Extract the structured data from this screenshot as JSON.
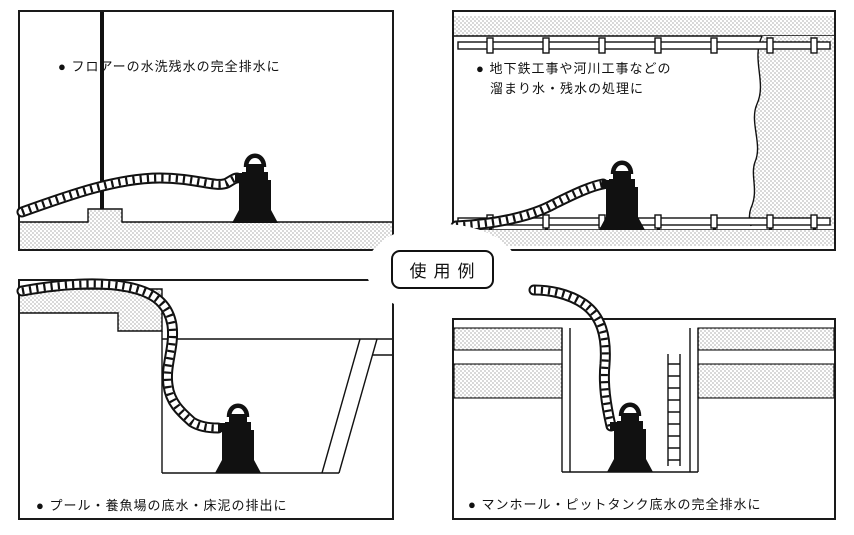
{
  "figure_title": "使用例",
  "center_badge": {
    "label": "使用例"
  },
  "panels": {
    "top_left": {
      "caption": "● フロアーの水洗残水の完全排水に"
    },
    "top_right": {
      "caption_line1": "● 地下鉄工事や河川工事などの",
      "caption_line2": "溜まり水・残水の処理に"
    },
    "bottom_left": {
      "caption": "● プール・養魚場の底水・床泥の排出に"
    },
    "bottom_right": {
      "caption": "● マンホール・ピットタンク底水の完全排水に"
    }
  },
  "colors": {
    "ink": "#111111",
    "background": "#ffffff"
  }
}
